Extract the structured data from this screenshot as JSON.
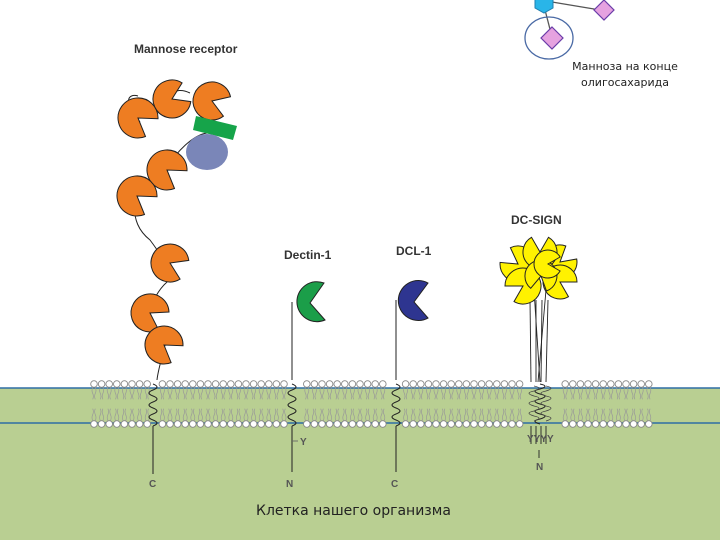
{
  "labels": {
    "mannose_receptor": "Mannose receptor",
    "dectin1": "Dectin-1",
    "dcl1": "DCL-1",
    "dcsign": "DC-SIGN",
    "terminal_c": "C",
    "terminal_n": "N",
    "y_mark": "Y",
    "y_cluster": "YYYY"
  },
  "annotation": {
    "line1": "Манноза на конце",
    "line2": "олигосахарида"
  },
  "cell_label": "Клетка нашего организма",
  "colors": {
    "mannose_receptor_crd": "#ee7d22",
    "fibronectin_domain": "#16a44a",
    "cysteine_rich_domain": "#7a86b8",
    "dectin1": "#1b9e49",
    "dcl1": "#2e3590",
    "dcsign": "#fff200",
    "cytoplasm": "#b9cf92",
    "membrane_edge": "#2f6ea5",
    "sugar_blue": "#29b5e8",
    "sugar_pink": "#e6a2e0"
  }
}
